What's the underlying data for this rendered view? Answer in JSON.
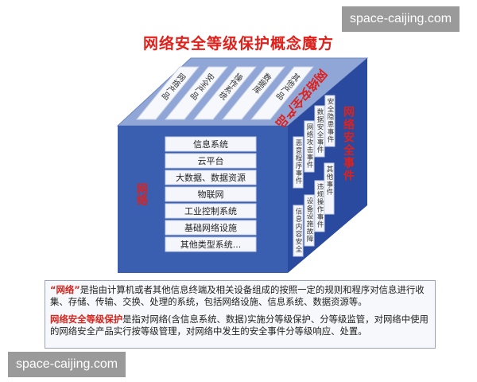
{
  "title": "网络安全等级保护概念魔方",
  "front": {
    "label": "网络",
    "items": [
      "信息系统",
      "云平台",
      "大数据、数据资源",
      "物联网",
      "工业控制系统",
      "基础网络设施",
      "其他类型系统..."
    ]
  },
  "top": {
    "label": "网络安全产品",
    "items": [
      "网络产品",
      "安全产品",
      "操作系统",
      "数据库",
      "其他产品"
    ]
  },
  "right": {
    "label": "网络安全事件",
    "items": [
      "安全隐患事件",
      "数据安全事件",
      "网络攻击事件",
      "恶意程序事件",
      "其他事件",
      "违规操作事件",
      "设备设施故障",
      "信息内容安全"
    ]
  },
  "description": {
    "p1_term": "“网络”",
    "p1_text": "是指由计算机或者其他信息终端及相关设备组成的按照一定的规则和程序对信息进行收集、存储、传输、交换、处理的系统，包括网络设施、信息系统、数据资源等。",
    "p2_term": "网络安全等级保护",
    "p2_text": "是指对网络(含信息系统、数据)实施分等级保护、分等级监管，对网络中使用的网络安全产品实行按等级管理，对网络中发生的安全事件分等级响应、处置。"
  },
  "watermark": "space-caijing.com",
  "colors": {
    "front": "#3b5fb0",
    "top": "#8fa6d6",
    "right": "#2a4aa0",
    "accent": "#e0201a"
  }
}
